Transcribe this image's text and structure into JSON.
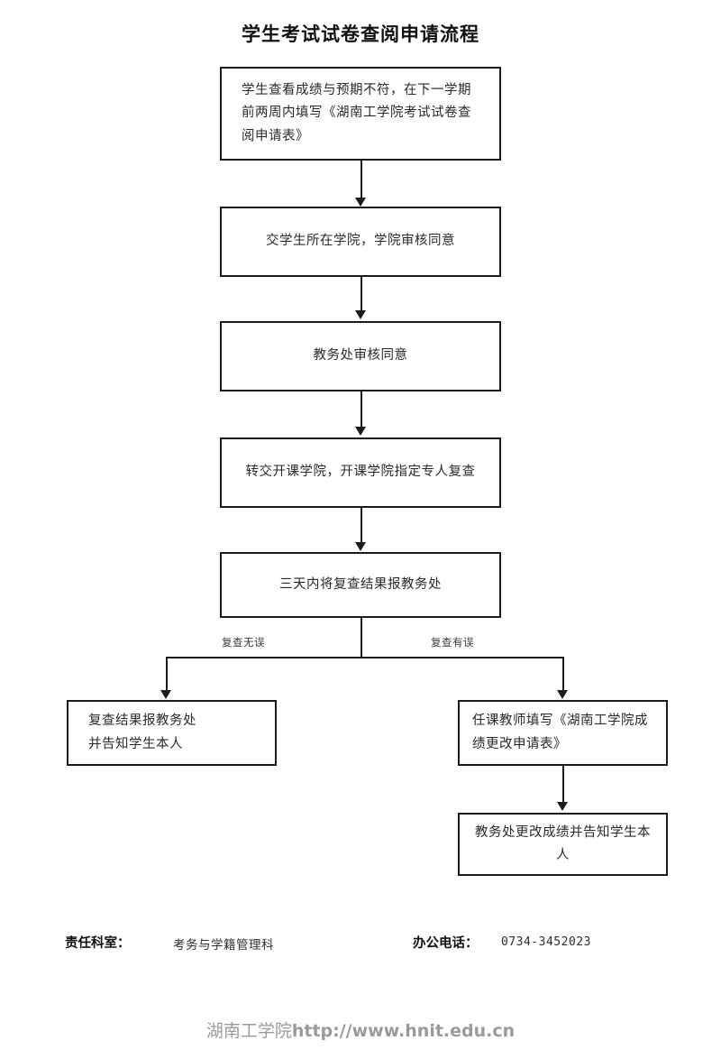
{
  "document": {
    "title": "学生考试试卷查阅申请流程"
  },
  "flow": {
    "nodes": [
      {
        "id": "node-1",
        "name": "apply-form-box",
        "lines": [
          "学生查看成绩与预期不符，在下一学期",
          "前两周内填写《湖南工学院考试试卷查",
          "阅申请表》"
        ],
        "text": "学生查看成绩与预期不符，在下一学期前两周内填写《湖南工学院考试试卷查阅申请表》"
      },
      {
        "id": "node-2",
        "name": "college-review-box",
        "lines": [
          "交学生所在学院，学院审核同意"
        ],
        "text": "交学生所在学院，学院审核同意"
      },
      {
        "id": "node-3",
        "name": "academic-affairs-approve-box",
        "lines": [
          "教务处审核同意"
        ],
        "text": "教务处审核同意"
      },
      {
        "id": "node-4",
        "name": "transfer-recheck-box",
        "lines": [
          "转交开课学院，开课学院指定专人复查"
        ],
        "text": "转交开课学院，开课学院指定专人复查"
      },
      {
        "id": "node-5",
        "name": "report-result-box",
        "lines": [
          "三天内将复查结果报教务处"
        ],
        "text": "三天内将复查结果报教务处"
      },
      {
        "id": "node-6",
        "name": "result-correct-box",
        "lines": [
          "复查结果报教务处",
          "并告知学生本人"
        ],
        "text": "复查结果报教务处并告知学生本人"
      },
      {
        "id": "node-7",
        "name": "teacher-change-form-box",
        "lines": [
          "任课教师填写《湖南工学院成",
          "绩更改申请表》"
        ],
        "text": "任课教师填写《湖南工学院成绩更改申请表》"
      },
      {
        "id": "node-8",
        "name": "update-grade-box",
        "lines": [
          "教务处更改成绩并告知学生本人"
        ],
        "text": "教务处更改成绩并告知学生本人"
      }
    ],
    "branch_labels": {
      "left": "复查无误",
      "right": "复查有误"
    }
  },
  "footer": {
    "department_label": "责任科室：",
    "department_value": "考务与学籍管理科",
    "phone_label": "办公电话：",
    "phone_value": "0734-3452023"
  },
  "watermark": {
    "org": "湖南工学院",
    "url": "http://www.hnit.edu.cn"
  },
  "colors": {
    "line": "#1b1b1b",
    "text": "#2a2a2a",
    "title": "#111111",
    "watermark": "#9a9a9a",
    "background": "#ffffff"
  }
}
